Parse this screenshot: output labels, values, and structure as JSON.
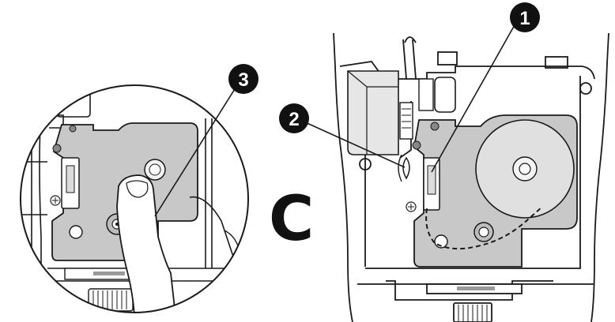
{
  "figure": {
    "step_letter": "C",
    "callouts": [
      {
        "id": "callout-1",
        "label": "1"
      },
      {
        "id": "callout-2",
        "label": "2"
      },
      {
        "id": "callout-3",
        "label": "3"
      }
    ],
    "colors": {
      "line": "#1a1a1a",
      "cassette_fill": "#c8c8c8",
      "window_fill": "#e6e6e6",
      "skin": "#ffffff",
      "callout_fill": "#111111"
    }
  }
}
